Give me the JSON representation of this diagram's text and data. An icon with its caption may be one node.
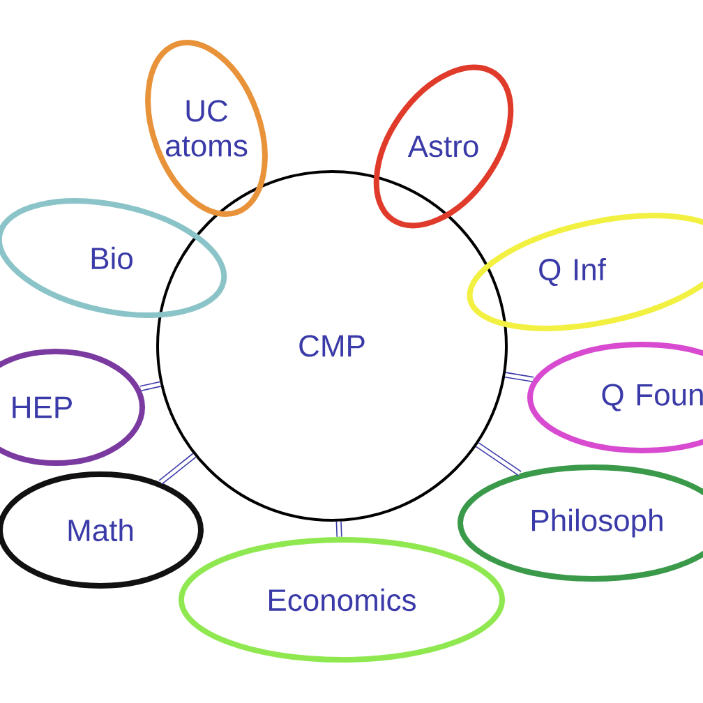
{
  "diagram": {
    "nodes": [
      {
        "text": [
          "CMP"
        ]
      },
      {
        "text": [
          "UC atoms"
        ]
      },
      {
        "text": [
          "Astro"
        ]
      },
      {
        "text": [
          "Bio"
        ]
      },
      {
        "text": [
          "Q Inf"
        ]
      },
      {
        "text": [
          "HEP"
        ]
      },
      {
        "text": [
          "Q Foun"
        ]
      },
      {
        "text": [
          "Math"
        ]
      },
      {
        "text": [
          "Philosoph"
        ]
      },
      {
        "text": [
          "Economics"
        ]
      }
    ],
    "edges": [
      {
        "from": 0,
        "to": 5,
        "arrow": "none"
      },
      {
        "from": 0,
        "to": 6,
        "arrow": "none"
      },
      {
        "from": 0,
        "to": 7,
        "arrow": "none"
      },
      {
        "from": 0,
        "to": 8,
        "arrow": "none"
      },
      {
        "from": 0,
        "to": 9,
        "arrow": "none"
      }
    ]
  }
}
